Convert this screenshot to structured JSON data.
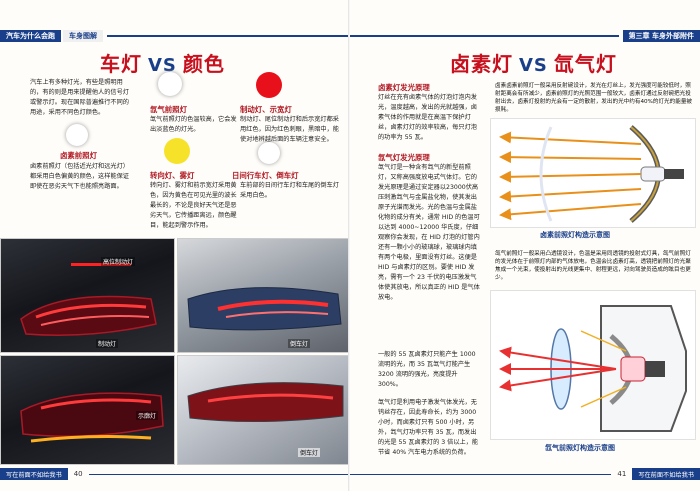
{
  "left": {
    "header": {
      "book": "汽车为什么会跑",
      "section": "车身图解"
    },
    "title": {
      "a": "车灯",
      "vs": "VS",
      "b": "颜色"
    },
    "intro": "汽车上有多种灯光，有些是照明用的，有的则是用来提醒他人的信号灯或警示灯。现在国际普遍推行不同的用途，采用不同色灯颜色。",
    "lamps": [
      {
        "title": "氙气前照灯",
        "text": "氙气前照灯的色温较高，它会发出淡蓝色的灯光。",
        "color": "#ffffff"
      },
      {
        "title": "制动灯、示宽灯",
        "text": "制动灯、尾位制动灯和后示宽灯都采用红色，因为红色刺眼，黑暗中，能使对地辨越后面的车辆注意安全。",
        "color": "#e8101a"
      },
      {
        "title": "卤素前照灯",
        "text": "卤素前照灯（包括近光灯和远光灯）都采用白色偏黄的颜色，这样能保证即使在恶劣天气下也能照亮路面。",
        "color": "#ffffff"
      },
      {
        "title": "转向灯、雾灯",
        "text": "转向灯、雾灯和前示宽灯采用黄色，因为黄色在可见光里的波长最长的，不论是良好天气还是恶劣天气，它传播距离远，颜色醒目，能起到警示作用。",
        "color": "#f7e22a"
      },
      {
        "title": "日间行车灯、倒车灯",
        "text": "车前部的日间行车灯和车尾的倒车灯采用白色。",
        "color": "#ffffff"
      }
    ],
    "photo_labels": {
      "high_brake": "高位制动灯",
      "brake": "制动灯",
      "reverse": "倒车灯",
      "turn": "示廓灯",
      "reverse2": "倒车灯"
    },
    "footer": {
      "book": "写在前面不如给我书",
      "page": "40"
    }
  },
  "right": {
    "header": {
      "chapter": "第三章",
      "section": "车身外部附件"
    },
    "title": {
      "a": "卤素灯",
      "vs": "VS",
      "b": "氙气灯"
    },
    "halogen_head": "卤素灯发光原理",
    "halogen_text": "灯丝在充有卤素气体的灯泡灯泡内发光，温度越高，发出的光就越强，卤素气体的作用就是在高温下保护灯丝，卤素灯灯的效率较高，每只灯泡的功率为 55 瓦。",
    "xenon_head": "氙气灯发光原理",
    "xenon_text": "氙气灯是一种含有氙气的新型前照灯，又称高强度放电式气体灯。它的发光原理是通过安定器以23000伏高压刺激氙气与金属盐化物，使其发出原子光谱而发光。光的色温与金属盐化物的成分有关，通常 HID 的色温可以达到 4000~12000 华氏度，仔细观察你会发现，在 HID 灯泡的灯管内还有一颗小小的玻璃球，玻璃球内填有两个电极，里面没有灯丝。这便是 HID 与卤素灯的区别。要使 HID 发亮，需有一个 23 千伏的电压激发气体使其放电，所以真正的 HID 是气体放电。",
    "compare_text1": "一般的 55 瓦卤素灯只能产生 1000 流明的光，而 35 瓦氙气灯能产生 3200 流明的强光，亮度提升 300%。",
    "compare_text2": "氙气灯是利用电子激发气体发光，无钨丝存在，因此寿命长，约为 3000 小时，而卤素灯只有 500 小时，另外，氙气灯功率只有 35 瓦，而发出的光是 55 瓦卤素灯的 3 倍以上，能节省 40% 汽车电力系统的负荷。",
    "top_note": "卤素卤素前照灯一般采用反射碗设计，发光在灯丝上，发光强度可能较低时，照射距离会有所减少，卤素前照灯的光照范围一般较大，卤素灯通过反射碗把光投射出去，卤素灯投射的光会有一定的散射，发出的光中约有40%的灯光的能量被损耗。",
    "cap1": "卤素前照灯构造示意图",
    "mid_note": "氙气前照灯一般采用凸透镜设计，色温是采用同透镜的投射式灯具，氙气前照灯的发光体在于前照灯内部的气体放电，色温会比卤素灯高，透镜把前照灯的光聚焦成一个光束，使投射出的光线更集中、射程更远，对向驾驶员造成的眩目也更少。",
    "cap2": "氙气前照灯构造示意图",
    "footer": {
      "book": "写在前面不如给我书",
      "page": "41"
    }
  }
}
